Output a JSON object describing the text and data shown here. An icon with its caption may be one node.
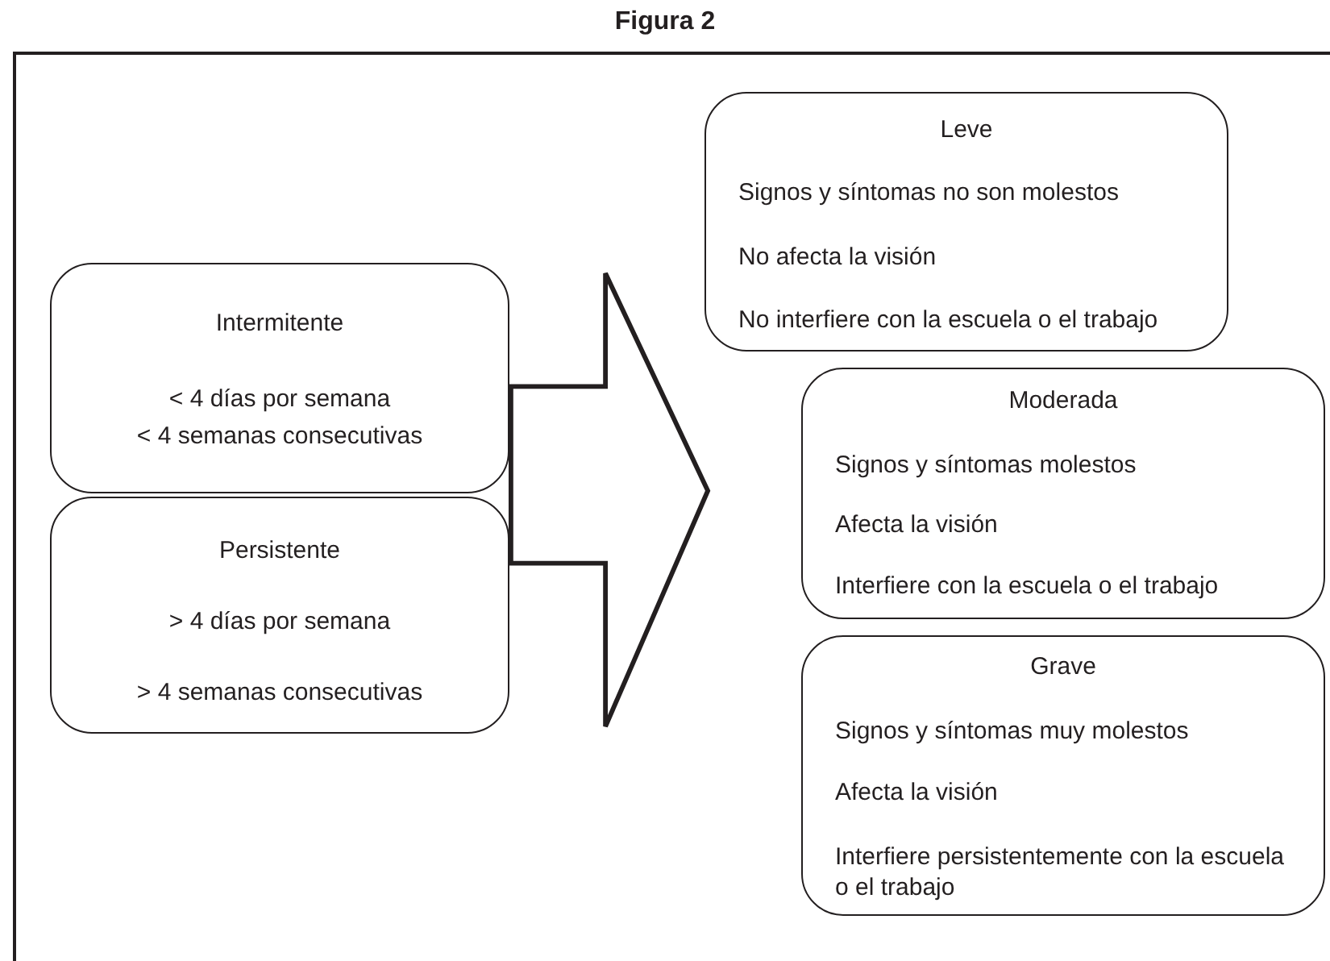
{
  "diagram": {
    "title": "Figura 2",
    "nodes": [
      {
        "text": [
          "Intermitente",
          "< 4 días por semana",
          "< 4 semanas consecutivas"
        ]
      },
      {
        "text": [
          "Persistente",
          "> 4 días por semana",
          "> 4 semanas consecutivas"
        ]
      },
      {
        "text": [],
        "shape": "arrow"
      },
      {
        "text": [
          "Leve",
          "Signos y síntomas no son molestos",
          "No afecta la visión",
          "No interfiere con la escuela o el trabajo"
        ]
      },
      {
        "text": [
          "Moderada",
          "Signos y síntomas molestos",
          "Afecta la visión",
          "Interfiere con la escuela o el trabajo"
        ]
      },
      {
        "text": [
          "Grave",
          "Signos y síntomas muy molestos",
          "Afecta la visión",
          "Interfiere persistentemente con la escuela o el trabajo"
        ]
      }
    ]
  }
}
